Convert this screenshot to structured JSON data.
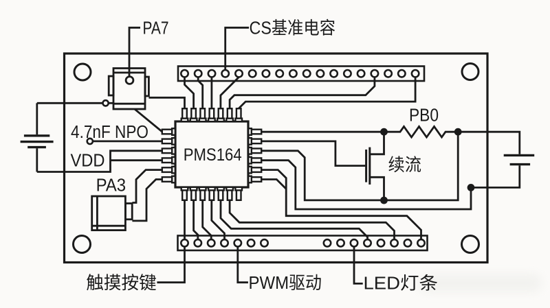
{
  "figure": {
    "type": "circuit-diagram",
    "colors": {
      "ink": "#1a1a1a",
      "background": "#fbfaf8",
      "smudge": "#f1f1ee"
    },
    "chip": {
      "name": "PMS164"
    },
    "labels": {
      "pa7": "PA7",
      "cs_cap": "CS基准电容",
      "cap_value": "4.7nF NPO",
      "vdd": "VDD",
      "pa3": "PA3",
      "pb0": "PB0",
      "freewheel": "续流",
      "touch_keys": "触摸按键",
      "pwm_drive": "PWM驱动",
      "led_strip": "LED灯条"
    },
    "connectors": {
      "top_header_holes": 18,
      "bottom_left_holes": 7,
      "bottom_right_holes": 8,
      "mounting_holes": 4
    }
  }
}
